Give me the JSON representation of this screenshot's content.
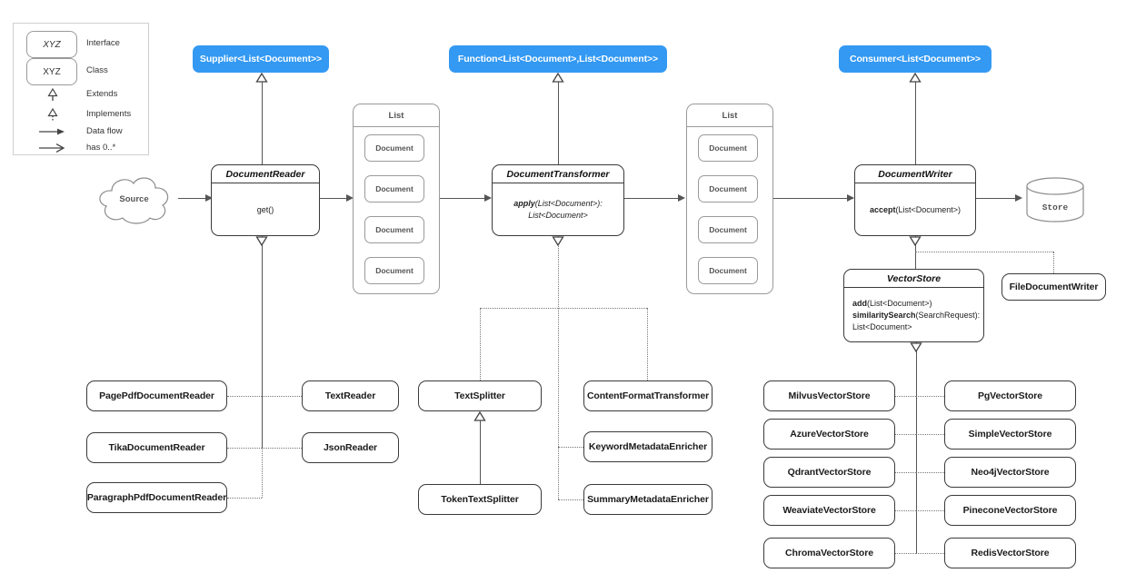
{
  "legend": {
    "items": [
      {
        "name": "interface-sample",
        "box_label": "XYZ",
        "label": "Interface",
        "style": "italic-box"
      },
      {
        "name": "class-sample",
        "box_label": "XYZ",
        "label": "Class",
        "style": "plain-box"
      },
      {
        "name": "extends-sample",
        "label": "Extends",
        "style": "solid-arrow-hollow-triangle"
      },
      {
        "name": "implements-sample",
        "label": "Implements",
        "style": "dotted-arrow-hollow-triangle"
      },
      {
        "name": "dataflow-sample",
        "label": "Data flow",
        "style": "solid-arrow-filled-head"
      },
      {
        "name": "has-sample",
        "label": "has 0..*",
        "style": "open-arrow"
      }
    ]
  },
  "interfaces": [
    {
      "id": "supplier",
      "label": "Supplier<List<Document>>"
    },
    {
      "id": "function",
      "label": "Function<List<Document>,List<Document>>"
    },
    {
      "id": "consumer",
      "label": "Consumer<List<Document>>"
    }
  ],
  "source": {
    "label": "Source"
  },
  "store": {
    "label": "Store"
  },
  "core": {
    "document_reader": {
      "title": "DocumentReader",
      "methods": [
        "get()"
      ]
    },
    "document_transformer": {
      "title": "DocumentTransformer",
      "method_name": "apply",
      "method_args": "(List<Document>):",
      "method_return": "List<Document>"
    },
    "document_writer": {
      "title": "DocumentWriter",
      "method_name": "accept",
      "method_args": "(List<Document>)"
    },
    "vector_store": {
      "title": "VectorStore",
      "methods": [
        {
          "name": "add",
          "args": "(List<Document>)"
        },
        {
          "name": "similaritySearch",
          "args": "(SearchRequest):"
        },
        {
          "name": "",
          "args": "List<Document>"
        }
      ]
    }
  },
  "lists": [
    {
      "id": "list-in",
      "title": "List",
      "items": [
        "Document",
        "Document",
        "Document",
        "Document"
      ]
    },
    {
      "id": "list-out",
      "title": "List",
      "items": [
        "Document",
        "Document",
        "Document",
        "Document"
      ]
    }
  ],
  "readers": {
    "left_column": [
      "PagePdfDocumentReader",
      "TikaDocumentReader",
      "ParagraphPdfDocumentReader"
    ],
    "right_column": [
      "TextReader",
      "JsonReader"
    ]
  },
  "transformers": {
    "left_column": [
      "TextSplitter",
      "TokenTextSplitter"
    ],
    "right_column": [
      "ContentFormatTransformer",
      "KeywordMetadataEnricher",
      "SummaryMetadataEnricher"
    ]
  },
  "writers": {
    "file_writer": "FileDocumentWriter"
  },
  "vector_stores": {
    "left_column": [
      "MilvusVectorStore",
      "AzureVectorStore",
      "QdrantVectorStore",
      "WeaviateVectorStore",
      "ChromaVectorStore"
    ],
    "right_column": [
      "PgVectorStore",
      "SimpleVectorStore",
      "Neo4jVectorStore",
      "PineconeVectorStore",
      "RedisVectorStore"
    ]
  },
  "colors": {
    "interface_blue": "#3399f3",
    "line_gray": "#555555",
    "box_border": "#3a3a3a",
    "muted_border": "#9a9a9a"
  }
}
